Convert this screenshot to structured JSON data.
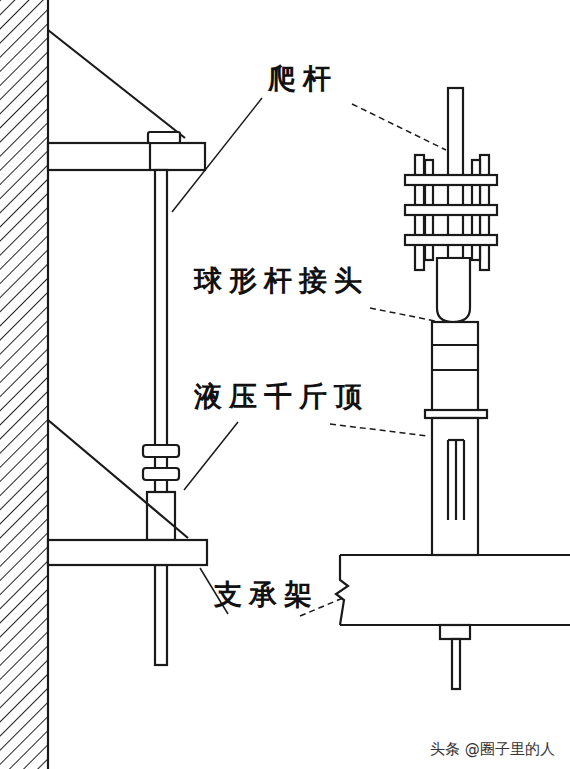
{
  "diagram": {
    "labels": [
      "爬杆",
      "球形杆接头",
      "液压千斤顶",
      "支承架",
      "头条 @圈子里的人"
    ]
  }
}
